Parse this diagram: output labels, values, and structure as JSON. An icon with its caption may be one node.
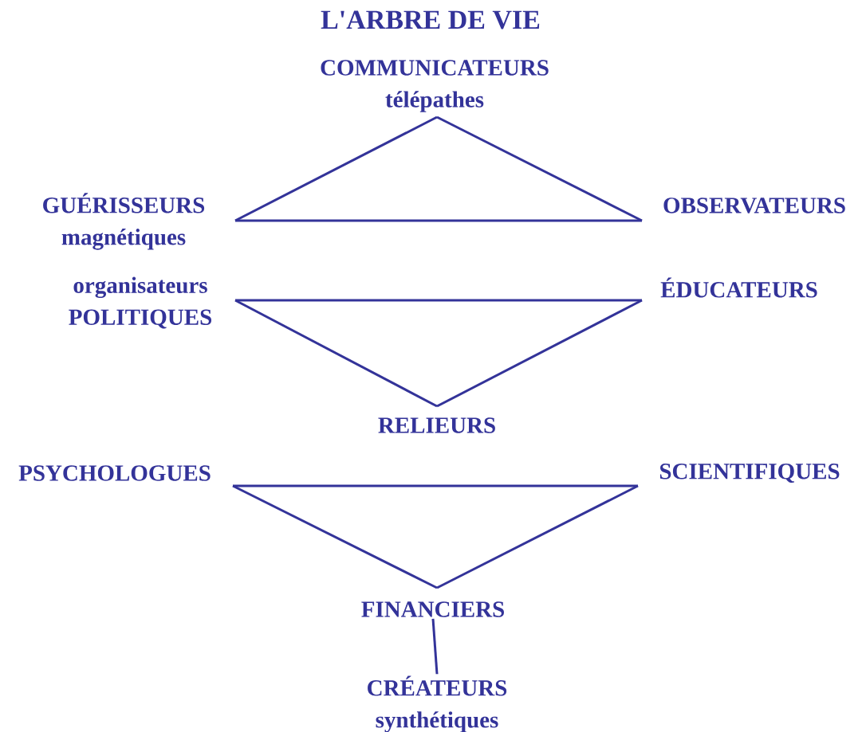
{
  "diagram": {
    "title": "L'ARBRE DE VIE",
    "nodes": [
      {
        "text": [
          "COMMUNICATEURS",
          "télépathes"
        ]
      },
      {
        "text": [
          "GUÉRISSEURS",
          "magnétiques"
        ]
      },
      {
        "text": [
          "OBSERVATEURS"
        ]
      },
      {
        "text": [
          "organisateurs",
          "POLITIQUES"
        ]
      },
      {
        "text": [
          "ÉDUCATEURS"
        ]
      },
      {
        "text": [
          "RELIEURS"
        ]
      },
      {
        "text": [
          "PSYCHOLOGUES"
        ]
      },
      {
        "text": [
          "SCIENTIFIQUES"
        ]
      },
      {
        "text": [
          "FINANCIERS"
        ]
      },
      {
        "text": [
          "CRÉATEURS",
          "synthétiques"
        ]
      }
    ],
    "edges": [
      {
        "from": 0,
        "to": 1,
        "arrow": "none"
      },
      {
        "from": 0,
        "to": 2,
        "arrow": "none"
      },
      {
        "from": 1,
        "to": 2,
        "arrow": "none"
      },
      {
        "from": 3,
        "to": 4,
        "arrow": "none"
      },
      {
        "from": 3,
        "to": 5,
        "arrow": "none"
      },
      {
        "from": 4,
        "to": 5,
        "arrow": "none"
      },
      {
        "from": 6,
        "to": 7,
        "arrow": "none"
      },
      {
        "from": 6,
        "to": 8,
        "arrow": "none"
      },
      {
        "from": 7,
        "to": 8,
        "arrow": "none"
      },
      {
        "from": 8,
        "to": 9,
        "arrow": "none"
      }
    ]
  }
}
